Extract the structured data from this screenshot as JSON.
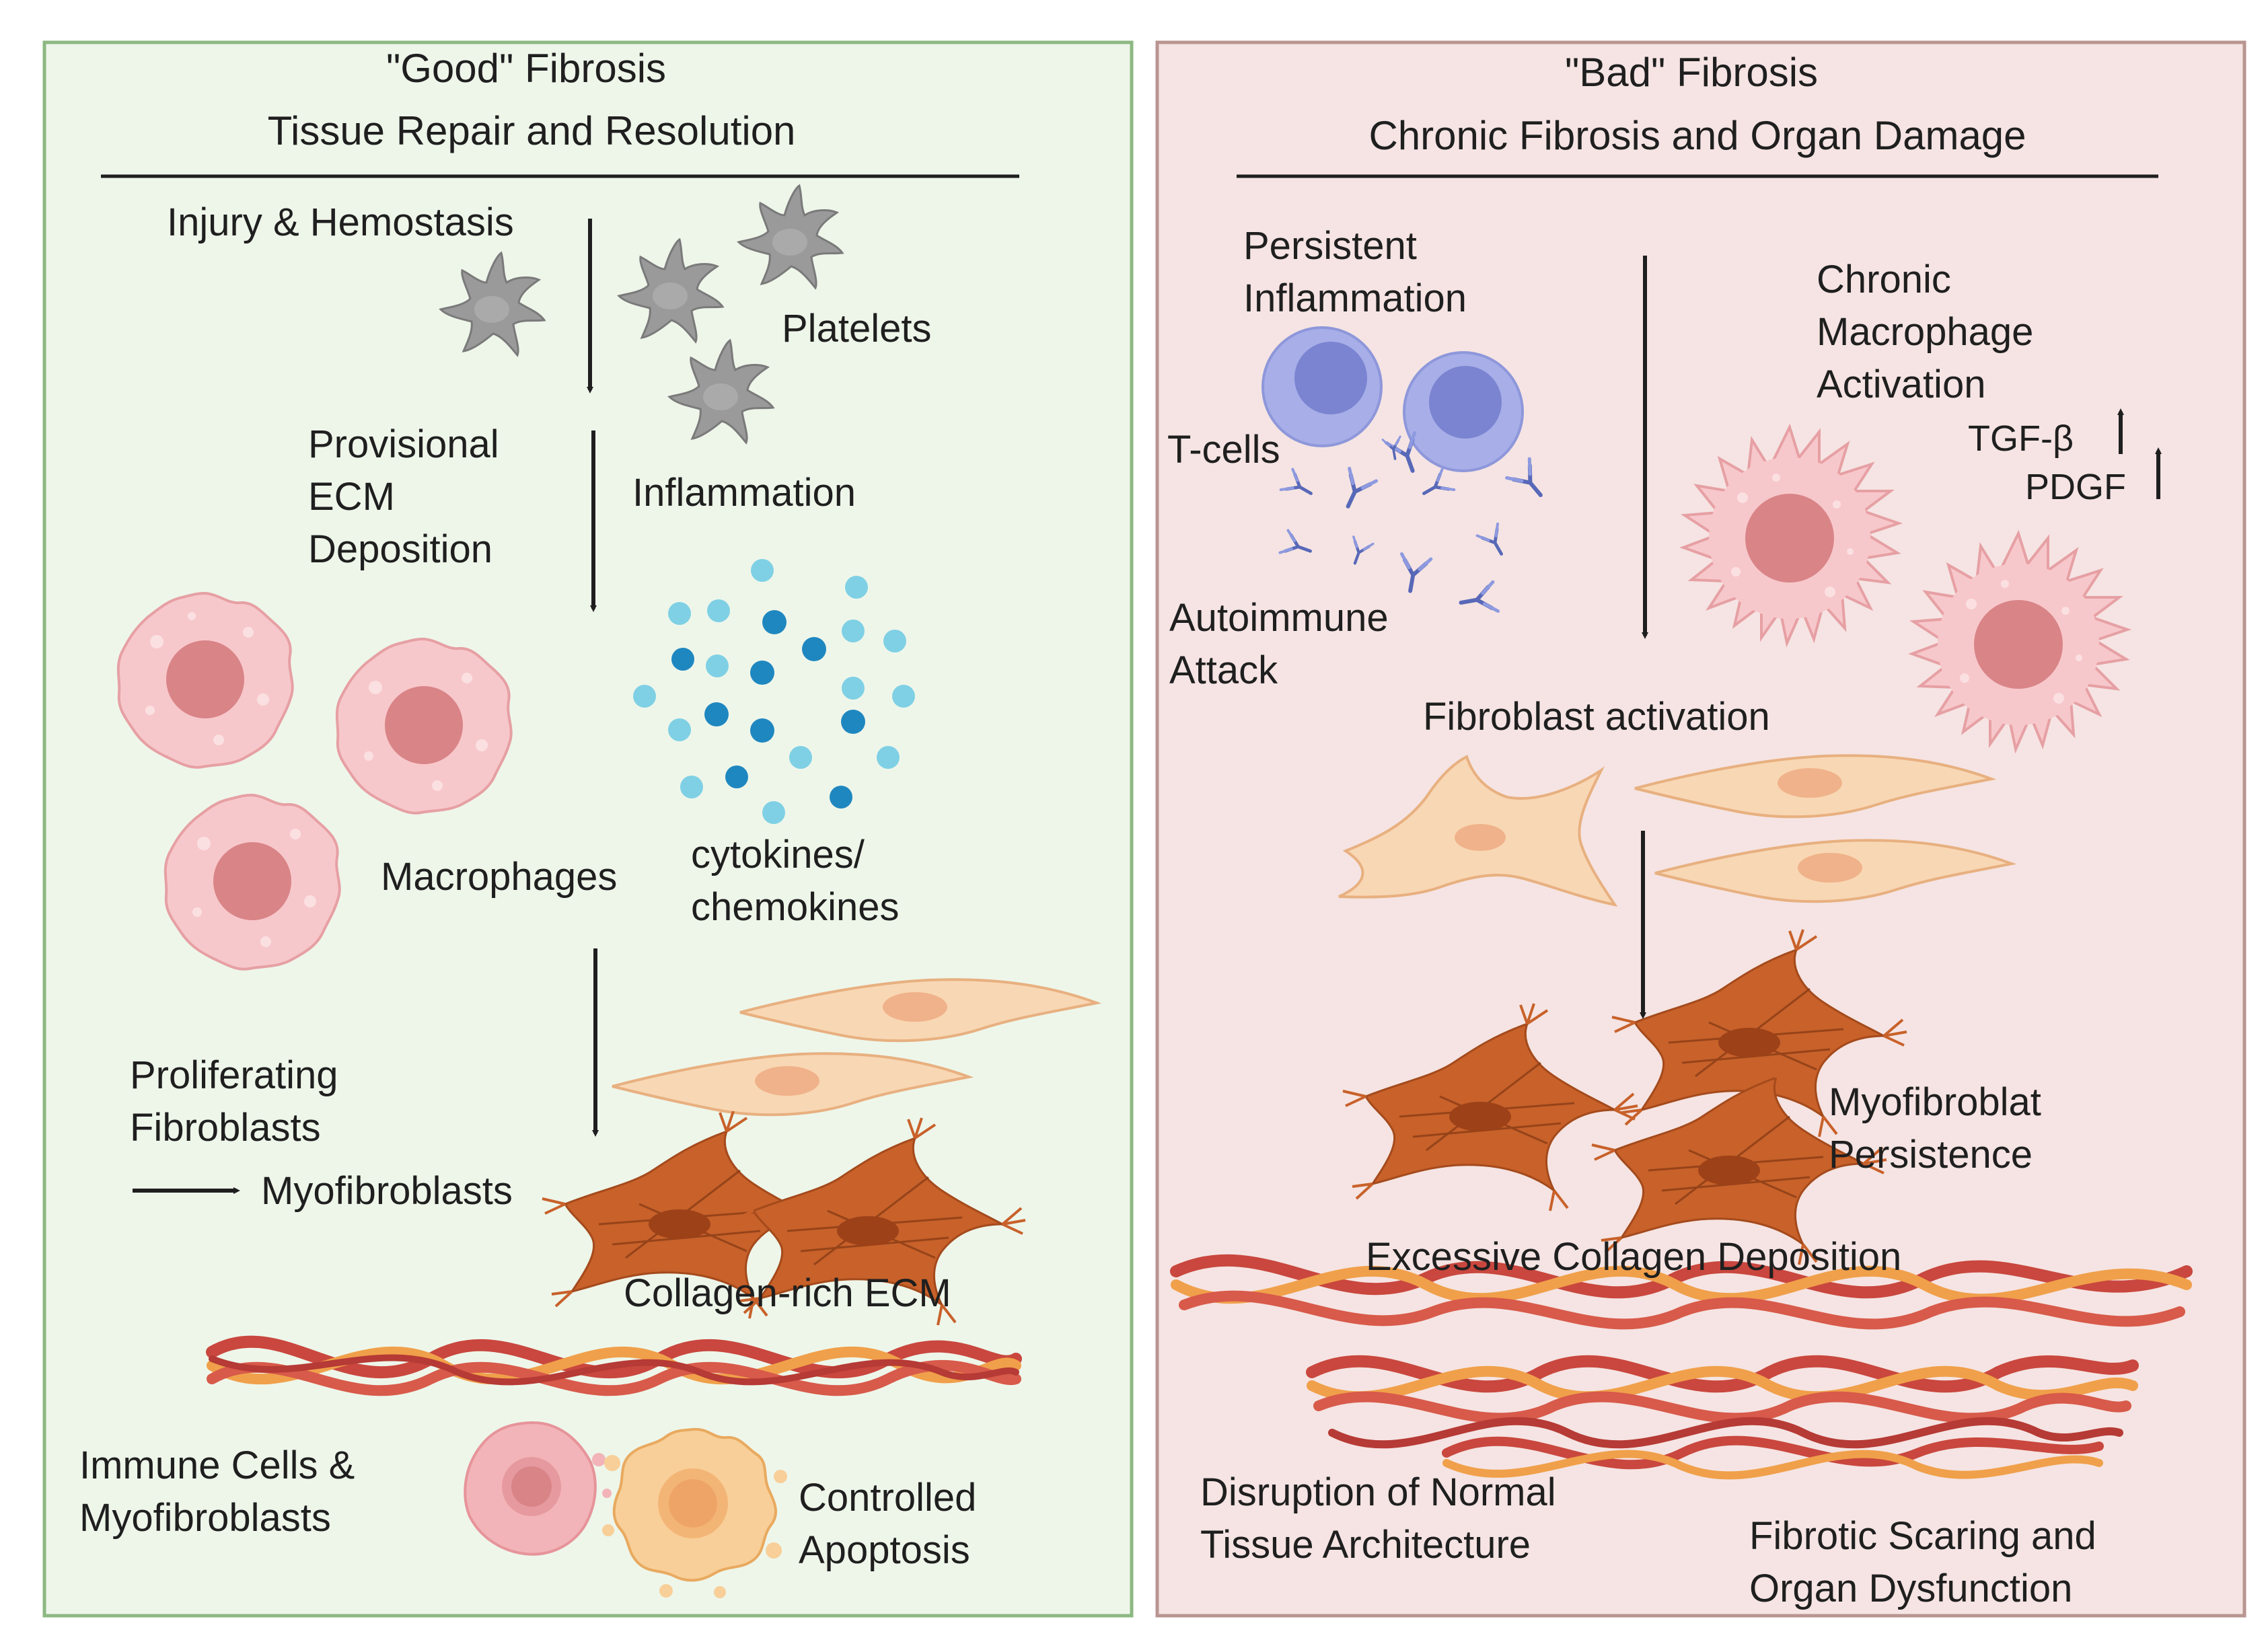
{
  "left_panel": {
    "title_line1": "\"Good\" Fibrosis",
    "title_line2": "Tissue Repair and Resolution",
    "injury": "Injury & Hemostasis",
    "platelets": "Platelets",
    "provisional_1": "Provisional",
    "provisional_2": "ECM",
    "provisional_3": "Deposition",
    "inflammation": "Inflammation",
    "macrophages": "Macrophages",
    "cytokines_1": "cytokines/",
    "cytokines_2": "chemokines",
    "proliferating_1": "Proliferating",
    "proliferating_2": "Fibroblasts",
    "myofibroblasts": "Myofibroblasts",
    "collagen_ecm": "Collagen-rich ECM",
    "immune_1": "Immune Cells &",
    "immune_2": "Myofibroblasts",
    "apoptosis_1": "Controlled",
    "apoptosis_2": "Apoptosis"
  },
  "right_panel": {
    "title_line1": "\"Bad\" Fibrosis",
    "title_line2": "Chronic Fibrosis and Organ Damage",
    "persistent_1": "Persistent",
    "persistent_2": "Inflammation",
    "tcells": "T-cells",
    "autoimmune_1": "Autoimmune",
    "autoimmune_2": "Attack",
    "chronic_1": "Chronic",
    "chronic_2": "Macrophage",
    "chronic_3": "Activation",
    "tgf": "TGF-β",
    "pdgf": "PDGF",
    "fibroblast_activation": "Fibroblast activation",
    "myo_1": "Myofibroblat",
    "myo_2": "Persistence",
    "excessive": "Excessive Collagen Deposition",
    "disruption_1": "Disruption of Normal",
    "disruption_2": "Tissue Architecture",
    "scaring_1": "Fibrotic Scaring and",
    "scaring_2": "Organ Dysfunction"
  },
  "colors": {
    "left_bg": "#eef6ea",
    "left_border": "#8cb882",
    "right_bg": "#f5e4e3",
    "right_border": "#b99591",
    "macrophage": "#f7c8cb",
    "nucleus": "#d98487",
    "platelet": "#9a9a9a",
    "fibroblast": "#f8d7b4",
    "myofibroblast": "#c8612a",
    "tcell": "#a7aee8",
    "antibody": "#5868b8",
    "cytokine_light": "#7fd0e4",
    "cytokine_dark": "#1f87c0",
    "collagen_red": "#c9473e",
    "collagen_orange": "#f0a04a"
  }
}
